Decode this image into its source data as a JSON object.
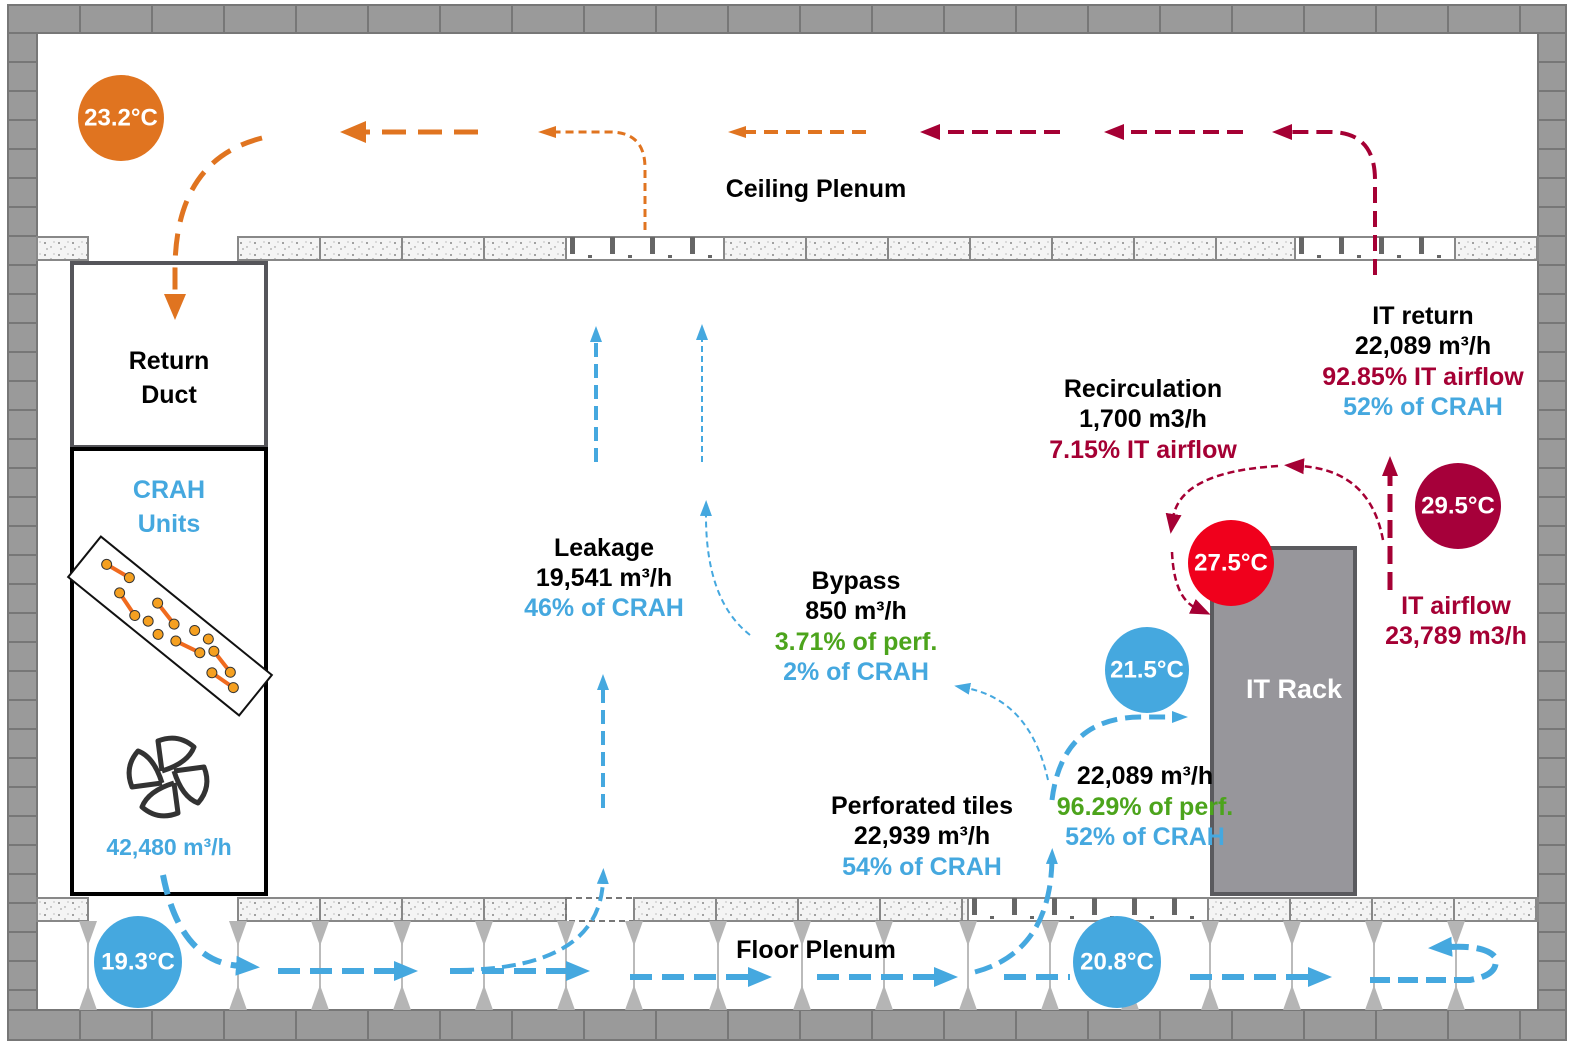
{
  "colors": {
    "blue": "#45a8df",
    "orange": "#e07420",
    "maroon": "#a50034",
    "red": "#f0001c",
    "green": "#4ca41c",
    "wall": "#9a9a9a",
    "rack": "#97969b"
  },
  "zones": {
    "ceiling": "Ceiling Plenum",
    "floor": "Floor Plenum"
  },
  "return_duct": {
    "line1": "Return",
    "line2": "Duct"
  },
  "crah": {
    "line1": "CRAH",
    "line2": "Units",
    "flow": "42,480 m³/h",
    "icons": [
      "cooling-coil-icon",
      "fan-icon"
    ]
  },
  "rack": {
    "label": "IT Rack"
  },
  "temps": {
    "return": "23.2°C",
    "supply": "19.3°C",
    "floor": "20.8°C",
    "inlet": "21.5°C",
    "recirc": "27.5°C",
    "exhaust": "29.5°C"
  },
  "leakage": {
    "title": "Leakage",
    "flow": "19,541 m³/h",
    "pct": "46% of CRAH"
  },
  "bypass": {
    "title": "Bypass",
    "flow": "850 m³/h",
    "pct_perf": "3.71% of perf.",
    "pct_crah": "2% of CRAH"
  },
  "perforated": {
    "title": "Perforated tiles",
    "flow": "22,939 m³/h",
    "pct": "54% of CRAH"
  },
  "rack_supply": {
    "flow": "22,089 m³/h",
    "pct_perf": "96.29% of perf.",
    "pct_crah": "52% of CRAH"
  },
  "recirculation": {
    "title": "Recirculation",
    "flow": "1,700 m3/h",
    "pct": "7.15% IT airflow"
  },
  "it_return": {
    "title": "IT return",
    "flow": "22,089 m³/h",
    "pct_it": "92.85% IT airflow",
    "pct_crah": "52% of CRAH"
  },
  "it_airflow": {
    "title": "IT airflow",
    "flow": "23,789 m3/h"
  }
}
